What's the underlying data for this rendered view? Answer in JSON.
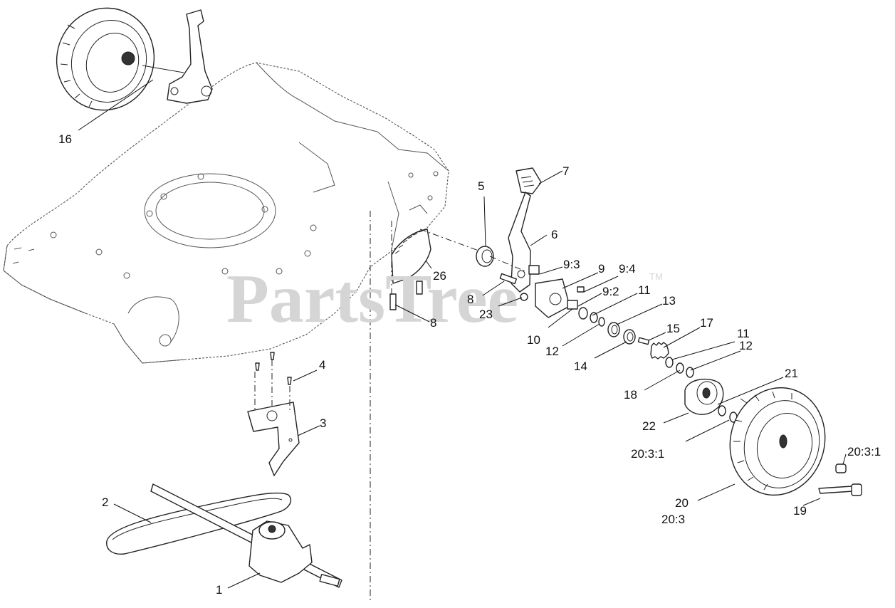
{
  "watermark": {
    "text": "PartsTree",
    "trademark": "TM"
  },
  "callouts": [
    {
      "id": "16",
      "text": "16"
    },
    {
      "id": "7",
      "text": "7"
    },
    {
      "id": "5",
      "text": "5"
    },
    {
      "id": "6",
      "text": "6"
    },
    {
      "id": "9-3",
      "text": "9:3"
    },
    {
      "id": "9",
      "text": "9"
    },
    {
      "id": "9-4",
      "text": "9:4"
    },
    {
      "id": "8-upper",
      "text": "8"
    },
    {
      "id": "9-2",
      "text": "9:2"
    },
    {
      "id": "11-upper",
      "text": "11"
    },
    {
      "id": "13",
      "text": "13"
    },
    {
      "id": "26",
      "text": "26"
    },
    {
      "id": "23",
      "text": "23"
    },
    {
      "id": "8-lower",
      "text": "8"
    },
    {
      "id": "10",
      "text": "10"
    },
    {
      "id": "12-upper",
      "text": "12"
    },
    {
      "id": "15",
      "text": "15"
    },
    {
      "id": "17",
      "text": "17"
    },
    {
      "id": "11-lower",
      "text": "11"
    },
    {
      "id": "14",
      "text": "14"
    },
    {
      "id": "12-lower",
      "text": "12"
    },
    {
      "id": "4",
      "text": "4"
    },
    {
      "id": "21",
      "text": "21"
    },
    {
      "id": "18",
      "text": "18"
    },
    {
      "id": "3",
      "text": "3"
    },
    {
      "id": "22",
      "text": "22"
    },
    {
      "id": "20-3-1-left",
      "text": "20:3:1"
    },
    {
      "id": "20-3-1-right",
      "text": "20:3:1"
    },
    {
      "id": "2",
      "text": "2"
    },
    {
      "id": "20",
      "text": "20"
    },
    {
      "id": "19",
      "text": "19"
    },
    {
      "id": "20-3",
      "text": "20:3"
    },
    {
      "id": "1",
      "text": "1"
    }
  ]
}
